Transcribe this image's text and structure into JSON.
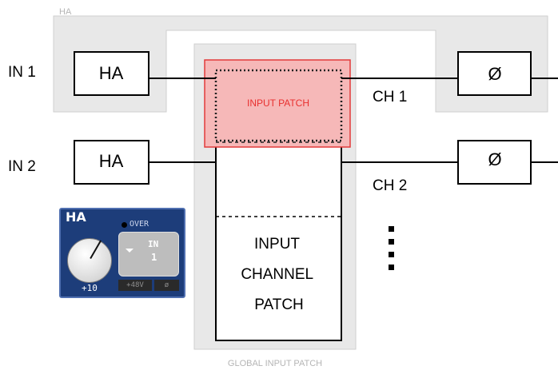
{
  "diagram": {
    "ha_region_label": "HA",
    "global_label": "GLOBAL INPUT PATCH",
    "inputs": [
      {
        "label": "IN 1",
        "ha": "HA"
      },
      {
        "label": "IN 2",
        "ha": "HA"
      }
    ],
    "channels": [
      {
        "label": "CH 1",
        "phase": "Ø"
      },
      {
        "label": "CH 2",
        "phase": "Ø"
      }
    ],
    "input_patch_label": "INPUT PATCH",
    "channel_patch_lines": [
      "INPUT",
      "CHANNEL",
      "PATCH"
    ],
    "ellipsis_icon": "vertical-dots",
    "colors": {
      "ha_region": "#e8e8e8",
      "global_region": "#e8e8e8",
      "input_patch_fill": "#f6b8b8",
      "input_patch_border": "#e23b3b",
      "input_patch_text": "#e8302f"
    }
  },
  "ha_widget": {
    "title": "HA",
    "over": "OVER",
    "knob_value": "+10",
    "patch_top": "IN",
    "patch_bottom": "1",
    "phantom": "+48V",
    "phase": "ø"
  }
}
